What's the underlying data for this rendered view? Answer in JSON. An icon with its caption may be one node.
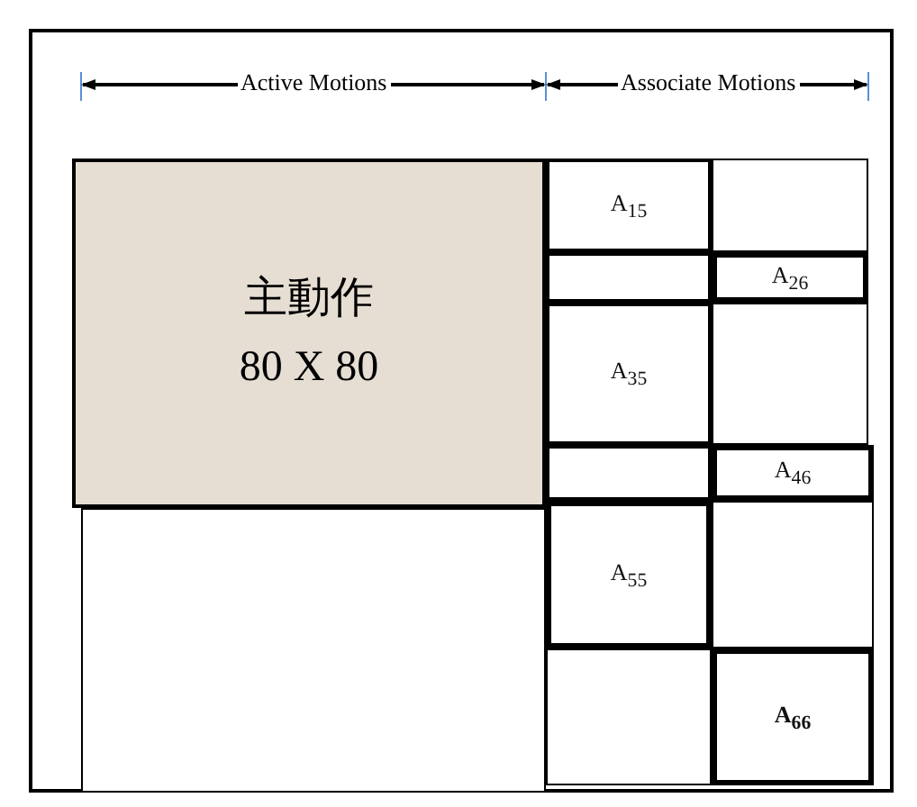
{
  "diagram": {
    "nodes": [
      {
        "text": [
          "主動作",
          "80 X 80"
        ]
      },
      {
        "text": [
          "A$_{15}$"
        ]
      },
      {
        "text": [],
        "shape": "box"
      },
      {
        "text": [],
        "shape": "box"
      },
      {
        "text": [
          "A$_{26}$"
        ]
      },
      {
        "text": [
          "A$_{35}$"
        ]
      },
      {
        "text": [],
        "shape": "box"
      },
      {
        "text": [],
        "shape": "box"
      },
      {
        "text": [
          "A$_{46}$"
        ]
      },
      {
        "text": [],
        "shape": "box"
      },
      {
        "text": [
          "A$_{55}$"
        ]
      },
      {
        "text": [],
        "shape": "box"
      },
      {
        "text": [],
        "shape": "box"
      },
      {
        "text": [
          "A$_{66}$"
        ]
      }
    ],
    "labels": [
      "Active Motions",
      "Associate Motions"
    ]
  }
}
